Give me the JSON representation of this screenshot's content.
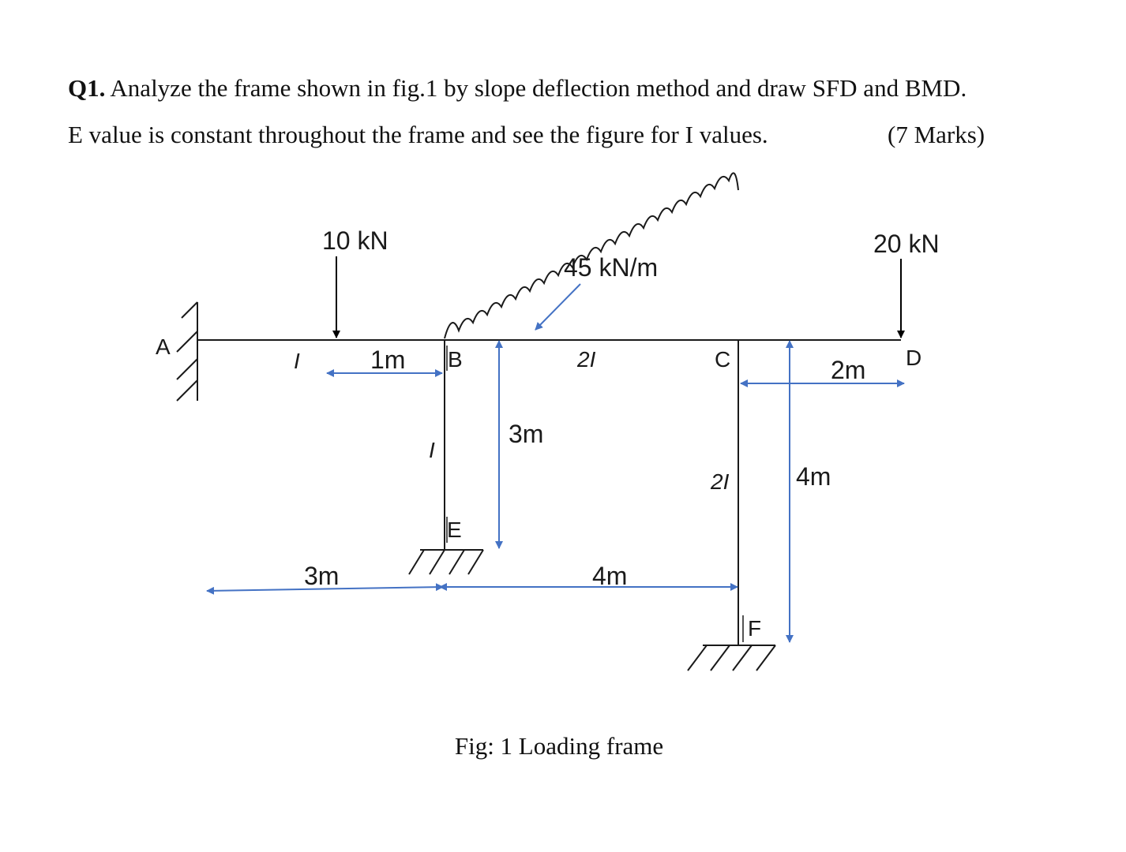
{
  "question": {
    "label": "Q1.",
    "line1": "Analyze the frame shown in fig.1 by slope deflection method and draw SFD and BMD.",
    "line2": "E value is constant throughout the frame and see the figure for I values.",
    "marks": "(7 Marks)"
  },
  "figure": {
    "caption": "Fig: 1 Loading frame",
    "loads": {
      "point_load_left": "10 kN",
      "udl": "45 kN/m",
      "point_load_right": "20 kN"
    },
    "nodes": {
      "a": "A",
      "b": "B",
      "c": "C",
      "d": "D",
      "e": "E",
      "f": "F"
    },
    "inertia": {
      "ab": "I",
      "be": "I",
      "bc": "2I",
      "cf": "2I"
    },
    "dimensions": {
      "load_to_b": "1m",
      "cd": "2m",
      "be_height": "3m",
      "cf_height": "4m",
      "a_to_e": "3m",
      "e_to_f": "4m"
    },
    "colors": {
      "frame": "#1a1a1a",
      "dimension": "#4472c4",
      "pointer": "#4472c4"
    }
  }
}
